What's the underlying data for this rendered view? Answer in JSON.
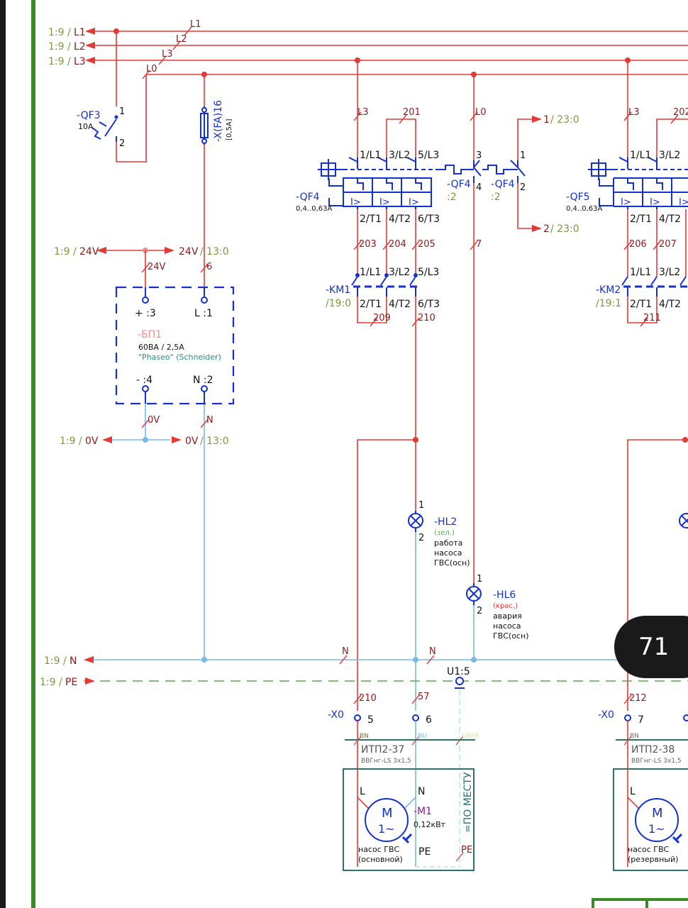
{
  "page_badge": "71",
  "colors": {
    "phase": "#e53935",
    "neutral": "#7ab8e8",
    "pe": "#5aa84a",
    "device": "#1530d0",
    "reference": "#7a9a3a",
    "label_dark": "#8b1a1a",
    "frame": "#3a8a2a",
    "box": "#2f6f6f"
  },
  "bus": {
    "l1_ref": "1:9 /",
    "l1": "L1",
    "l2_ref": "1:9 /",
    "l2": "L2",
    "l3_ref": "1:9 /",
    "l3": "L3",
    "l0": "L0",
    "n_ref": "1:9 /",
    "n": "N",
    "pe_ref": "1:9 /",
    "pe": "PE"
  },
  "qf3": {
    "name": "-QF3",
    "rating": "10A",
    "pin1": "1",
    "pin2": "2"
  },
  "fuse": {
    "name": "-X(FA)16",
    "rating": "[0,5A]"
  },
  "power_supply": {
    "in_ref": "1:9 /",
    "v24": "24V",
    "out_ref": "/ 13:0",
    "wire_24v": "24V",
    "wire_6": "6",
    "plus": "+ :3",
    "l": "L :1",
    "name": "-БП1",
    "spec": "60ВА / 2,5А",
    "model": "\"Phaseo\" (Schneider)",
    "minus": "- :4",
    "n": "N :2",
    "wire_0v": "0V",
    "wire_n": "N",
    "ov_ref": "1:9 /",
    "ov": "0V"
  },
  "qf4": {
    "wire_l3": "L3",
    "wire_201": "201",
    "wire_l0": "L0",
    "t1": "1/L1",
    "t3": "3/L2",
    "t5": "5/L3",
    "b2": "2/T1",
    "b4": "4/T2",
    "b6": "6/T3",
    "trip": "I>",
    "name": "-QF4",
    "range": "0,4..0,63A",
    "aux_pin3": "3",
    "aux_pin4": "4",
    "aux_pin1": "1",
    "aux_pin2": "2",
    "aux_ref": ":2",
    "out1_num": "1",
    "out1_ref": "/ 23:0",
    "out2_num": "2",
    "out2_ref": "/ 23:0"
  },
  "km1": {
    "w203": "203",
    "w204": "204",
    "w205": "205",
    "w7": "7",
    "t1": "1/L1",
    "t3": "3/L2",
    "t5": "5/L3",
    "b2": "2/T1",
    "b4": "4/T2",
    "b6": "6/T3",
    "name": "-KM1",
    "ref": "/19:0",
    "w209": "209",
    "w210": "210"
  },
  "hl2": {
    "pin1": "1",
    "pin2": "2",
    "name": "-HL2",
    "color": "(зел.)",
    "desc1": "работа",
    "desc2": "насоса",
    "desc3": "ГВС(осн)"
  },
  "hl6": {
    "pin1": "1",
    "pin2": "2",
    "name": "-HL6",
    "color": "(крас.)",
    "desc1": "авария",
    "desc2": "насоса",
    "desc3": "ГВС(осн)"
  },
  "terminal1": {
    "w210": "210",
    "w57": "57",
    "wn1": "N",
    "wn2": "N",
    "u15": "U1:5",
    "name": "-X0",
    "t5": "5",
    "t6": "6",
    "bn": "BN",
    "bu": "BU",
    "gnye": "GNYE",
    "cable": "ИТП2-37",
    "cable_spec": "ВВГнг-LS 3х1,5",
    "local": "=ПО МЕСТУ"
  },
  "motor1": {
    "l": "L",
    "n": "N",
    "m": "M",
    "phase": "1~",
    "name": "-M1",
    "power": "0,12кВт",
    "pe": "PE",
    "pe_wire": "PE",
    "desc1": "насос ГВС",
    "desc2": "(основной)"
  },
  "qf5": {
    "wire_l3": "L3",
    "wire_202": "202",
    "t1": "1/L1",
    "t3": "3/L2",
    "b2": "2/T1",
    "b4": "4/T2",
    "trip": "I>",
    "name": "-QF5",
    "range": "0,4..0,63A"
  },
  "km2": {
    "w206": "206",
    "w207": "207",
    "t1": "1/L1",
    "t3": "3/L2",
    "b2": "2/T1",
    "b4": "4/T2",
    "name": "-KM2",
    "ref": "/19:1",
    "w211": "211"
  },
  "terminal2": {
    "w212": "212",
    "name": "-X0",
    "t7": "7",
    "bn": "BN",
    "cable": "ИТП2-38",
    "cable_spec": "ВВГнг-LS 3х1,5"
  },
  "motor2": {
    "l": "L",
    "m": "M",
    "phase": "1~",
    "desc1": "насос ГВС",
    "desc2": "(резервный)"
  }
}
